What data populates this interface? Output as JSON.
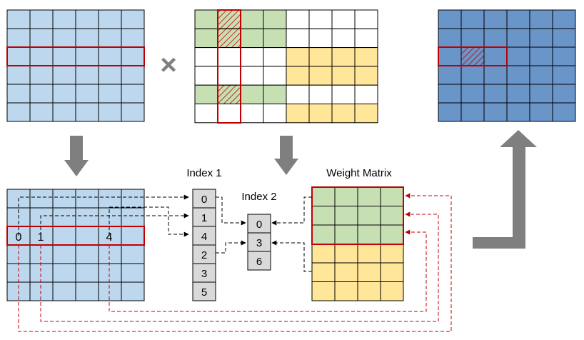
{
  "labels": {
    "index1_title": "Index 1",
    "index2_title": "Index 2",
    "weight_title": "Weight Matrix"
  },
  "index1_values": [
    "0",
    "1",
    "4",
    "2",
    "3",
    "5"
  ],
  "index2_values": [
    "0",
    "3",
    "6"
  ],
  "row_markers": [
    "0",
    "1",
    "4"
  ],
  "colors": {
    "light_blue": "#BDD7EE",
    "dark_blue": "#6A95C9",
    "green": "#C6E0B4",
    "yellow": "#FFE699",
    "white": "#FFFFFF",
    "grey_cell": "#D9D9D9",
    "red": "#C00000",
    "arrow_grey": "#7F7F7F",
    "line": "#000000"
  },
  "top_right_grid": {
    "rows": 6,
    "cols": 6
  },
  "top_left_grid": {
    "rows": 6,
    "cols": 6
  },
  "bottom_left_grid": {
    "rows": 6,
    "cols": 6
  },
  "middle_grid": {
    "rows": 6,
    "cols": 8,
    "cells": [
      [
        "G",
        "H",
        "G",
        "G",
        "W",
        "W",
        "W",
        "W"
      ],
      [
        "G",
        "H",
        "G",
        "G",
        "W",
        "W",
        "W",
        "W"
      ],
      [
        "W",
        "W",
        "W",
        "W",
        "Y",
        "Y",
        "Y",
        "Y"
      ],
      [
        "W",
        "W",
        "W",
        "W",
        "Y",
        "Y",
        "Y",
        "Y"
      ],
      [
        "G",
        "H",
        "G",
        "G",
        "W",
        "W",
        "W",
        "W"
      ],
      [
        "W",
        "W",
        "W",
        "W",
        "Y",
        "Y",
        "Y",
        "Y"
      ]
    ]
  },
  "weight_grid": {
    "rows": 6,
    "cols": 4,
    "cells": [
      [
        "G",
        "G",
        "G",
        "G"
      ],
      [
        "G",
        "G",
        "G",
        "G"
      ],
      [
        "G",
        "G",
        "G",
        "G"
      ],
      [
        "Y",
        "Y",
        "Y",
        "Y"
      ],
      [
        "Y",
        "Y",
        "Y",
        "Y"
      ],
      [
        "Y",
        "Y",
        "Y",
        "Y"
      ]
    ]
  },
  "multiply_symbol": "×"
}
